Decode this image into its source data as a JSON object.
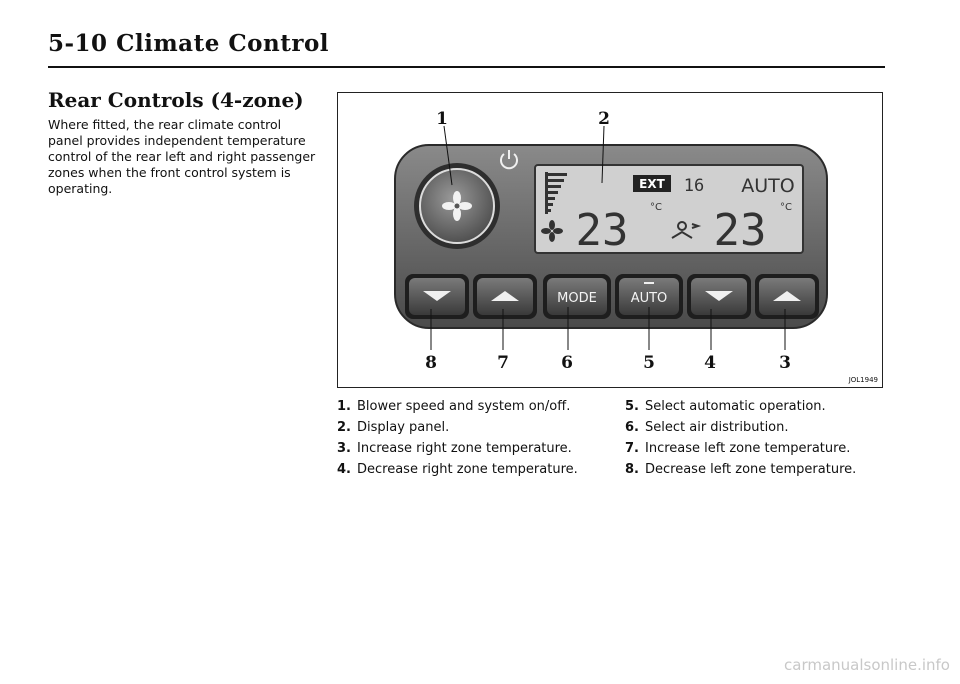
{
  "header": {
    "title": "5-10   Climate Control"
  },
  "section": {
    "title": "Rear Controls (4-zone)",
    "intro": "Where fitted, the rear climate control panel provides independent temperature control of the rear left and right passenger zones when the front control system is operating."
  },
  "figure": {
    "code": "JOL1949",
    "panel": {
      "ext_label": "EXT",
      "ext_value": "16",
      "auto_label": "AUTO",
      "left_temp": "23",
      "right_temp": "23",
      "unit_left": "°C",
      "unit_right": "°C",
      "mode_button": "MODE",
      "auto_button": "AUTO"
    },
    "callouts": {
      "c1": "1",
      "c2": "2",
      "c3": "3",
      "c4": "4",
      "c5": "5",
      "c6": "6",
      "c7": "7",
      "c8": "8"
    }
  },
  "legend": {
    "left": [
      {
        "num": "1.",
        "text": "Blower speed and system on/off."
      },
      {
        "num": "2.",
        "text": "Display panel."
      },
      {
        "num": "3.",
        "text": "Increase right zone temperature."
      },
      {
        "num": "4.",
        "text": "Decrease right zone temperature."
      }
    ],
    "right": [
      {
        "num": "5.",
        "text": "Select automatic operation."
      },
      {
        "num": "6.",
        "text": "Select air distribution."
      },
      {
        "num": "7.",
        "text": "Increase left zone temperature."
      },
      {
        "num": "8.",
        "text": "Decrease left zone temperature."
      }
    ]
  },
  "watermark": "carmanualsonline.info"
}
